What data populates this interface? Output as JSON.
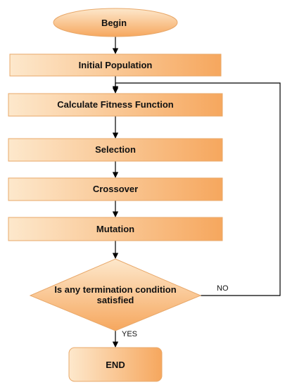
{
  "nodes": {
    "begin": "Begin",
    "initial_population": "Initial Population",
    "calculate_fitness": "Calculate Fitness Function",
    "selection": "Selection",
    "crossover": "Crossover",
    "mutation": "Mutation",
    "decision_line1": "Is any termination condition",
    "decision_line2": "satisfied",
    "end": "END"
  },
  "edges": {
    "no_label": "NO",
    "yes_label": "YES"
  },
  "colors": {
    "fill_light": "#fde8cc",
    "fill_dark": "#f6a75e",
    "stroke": "#e8a86a",
    "arrow": "#000000"
  }
}
